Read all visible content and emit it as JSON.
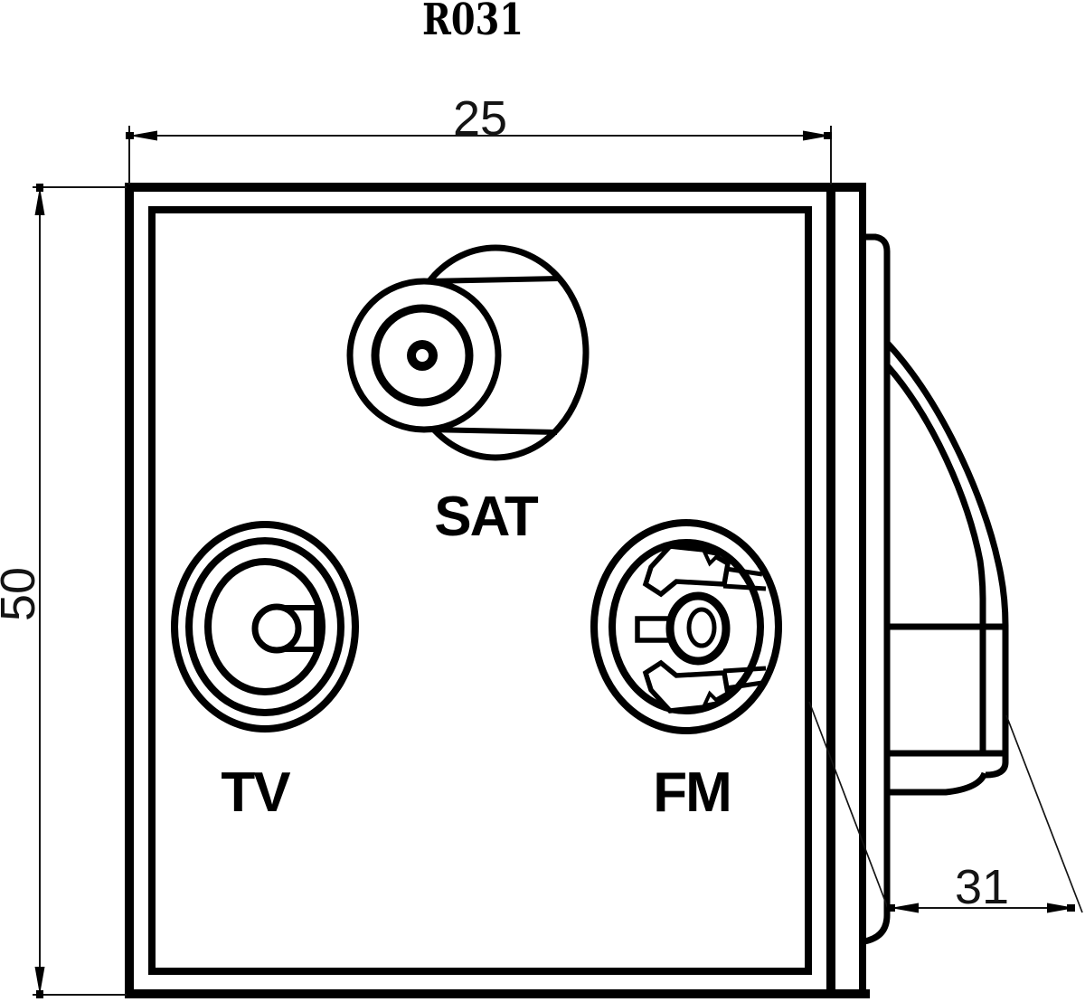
{
  "drawing": {
    "title": "R031",
    "dimensions": {
      "width": "25",
      "height": "50",
      "depth": "31"
    },
    "ports": {
      "sat": "SAT",
      "tv": "TV",
      "fm": "FM"
    },
    "colors": {
      "ink": "#000000",
      "dim_ink": "#141414",
      "background": "#ffffff"
    }
  }
}
